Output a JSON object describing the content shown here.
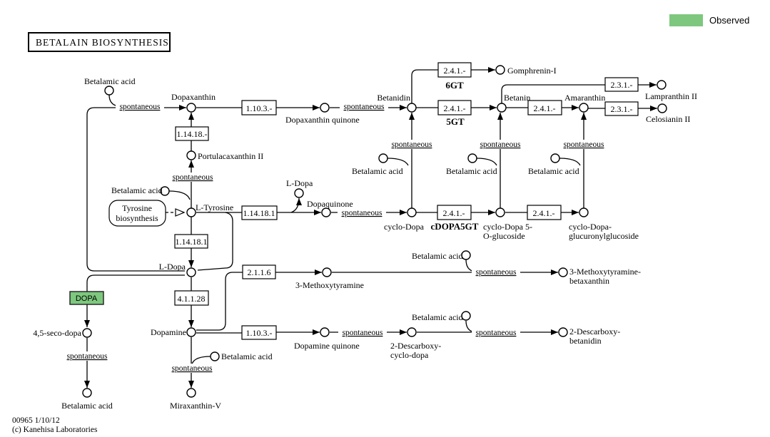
{
  "title": "BETALAIN  BIOSYNTHESIS",
  "legend": {
    "label": "Observed",
    "color": "#7dc87e"
  },
  "footer": {
    "line1": "00965 1/10/12",
    "line2": "(c) Kanehisa Laboratories"
  },
  "labels": {
    "spontaneous": "spontaneous"
  },
  "module_box": {
    "line1": "Tyrosine",
    "line2": "biosynthesis"
  },
  "highlighted_gene": {
    "label": "DOPA",
    "fill": "#7dc87e"
  },
  "gene_labels": {
    "gt6": "6GT",
    "gt5": "5GT",
    "cdopa5gt": "cDOPA5GT",
    "color": "#00c000"
  },
  "enzymes": {
    "e1_14_18_d": "1.14.18.-",
    "e1_10_3_d": "1.10.3.-",
    "e2_4_1_d": "2.4.1.-",
    "e2_3_1_d": "2.3.1.-",
    "e1_14_18_1": "1.14.18.1",
    "e2_1_1_6": "2.1.1.6",
    "e4_1_1_28": "4.1.1.28"
  },
  "compounds": {
    "betalamic_acid": "Betalamic acid",
    "dopaxanthin": "Dopaxanthin",
    "dopaxanthin_quinone": "Dopaxanthin quinone",
    "betanidin": "Betanidin",
    "gomphrenin_i": "Gomphrenin-I",
    "betanin": "Betanin",
    "amaranthin": "Amaranthin",
    "lampranthin_ii": "Lampranthin II",
    "celosianin_ii": "Celosianin II",
    "portulacaxanthin_ii": "Portulacaxanthin II",
    "l_tyrosine": "L-Tyrosine",
    "l_dopa": "L-Dopa",
    "dopaquinone": "Dopaquinone",
    "cyclo_dopa": "cyclo-Dopa",
    "cyclo_dopa_5_o_glucoside": {
      "line1": "cyclo-Dopa 5-",
      "line2": "O-glucoside"
    },
    "cyclo_dopa_glucuronylglucoside": {
      "line1": "cyclo-Dopa-",
      "line2": "glucuronylglucoside"
    },
    "methoxytyramine_3": "3-Methoxytyramine",
    "methoxytyramine_3_betaxanthin": {
      "line1": "3-Methoxytyramine-",
      "line2": "betaxanthin"
    },
    "dopamine": "Dopamine",
    "dopamine_quinone": "Dopamine quinone",
    "descarboxy_2_cyclo_dopa": {
      "line1": "2-Descarboxy-",
      "line2": "cyclo-dopa"
    },
    "descarboxy_2_betanidin": {
      "line1": "2-Descarboxy-",
      "line2": "betanidin"
    },
    "seco_dopa_4_5": "4,5-seco-dopa",
    "miraxanthin_v": "Miraxanthin-V"
  }
}
